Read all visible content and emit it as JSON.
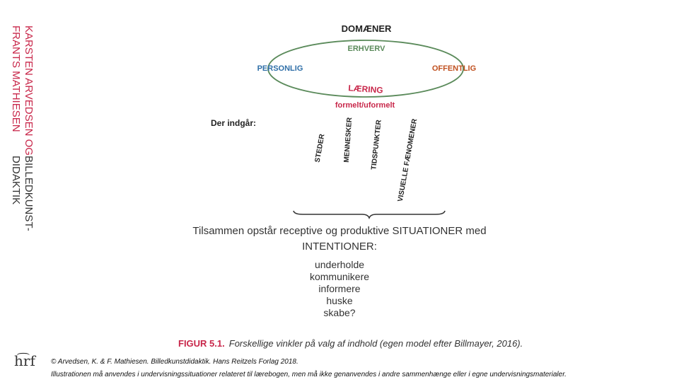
{
  "side_title": {
    "line1": "KARSTEN ARVEDSEN OG",
    "line1_color": "#c8274a",
    "line2_red": "FRANTS MATHIESEN",
    "line2_dark": "BILLEDKUNST-",
    "line3": "DIDAKTIK",
    "dark_color": "#333333"
  },
  "diagram": {
    "top_label": "DOMÆNER",
    "ellipse_top_label": "ERHVERV",
    "left_label": "PERSONLIG",
    "right_label": "OFFENTLIG",
    "bottom_label": "LÆRING",
    "bottom_sublabel": "formelt/uformelt",
    "includes_label": "Der indgår:",
    "items": [
      "STEDER",
      "MENNESKER",
      "TIDSPUNKTER",
      "VISUELLE FÆNOMENER"
    ],
    "colors": {
      "ellipse": "#5a8a5a",
      "erhverv": "#5a8a5a",
      "personlig": "#2f6fa8",
      "offentlig": "#c0501f",
      "laering": "#c8274a"
    }
  },
  "summary": {
    "line1": "Tilsammen opstår receptive og produktive SITUATIONER med",
    "line2": "INTENTIONER:",
    "intentions": [
      "underholde",
      "kommunikere",
      "informere",
      "huske",
      "skabe?"
    ]
  },
  "figure_caption": {
    "number": "FIGUR 5.1.",
    "text": "Forskellige vinkler på valg af indhold (egen model efter Billmayer, 2016)."
  },
  "logo_text": "h͡rf",
  "footer": {
    "line1": "© Arvedsen, K. & F. Mathiesen. Billedkunstdidaktik. Hans Reitzels Forlag 2018.",
    "line2": "Illustrationen må anvendes i undervisningssituationer relateret til lærebogen, men må ikke genanvendes i andre sammenhænge eller i egne undervisningsmaterialer."
  }
}
